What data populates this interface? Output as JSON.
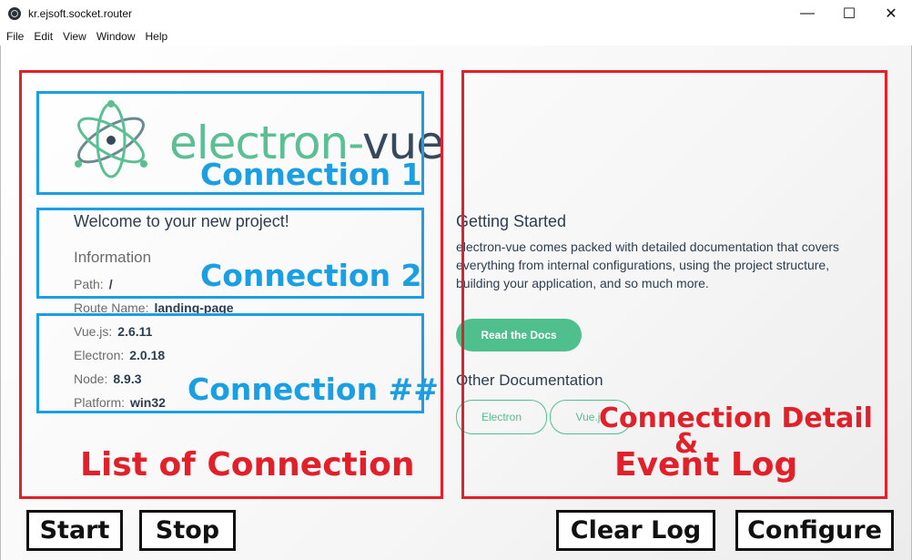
{
  "window": {
    "title": "kr.ejsoft.socket.router",
    "controls": {
      "minimize": "—",
      "maximize": "☐",
      "close": "✕"
    }
  },
  "menu": [
    "File",
    "Edit",
    "View",
    "Window",
    "Help"
  ],
  "left_panel": {
    "logo": {
      "word1": "electron-",
      "word2": "vue"
    },
    "welcome": "Welcome to your new project!",
    "information_title": "Information",
    "rows": [
      {
        "label": "Path:",
        "value": "/"
      },
      {
        "label": "Route Name:",
        "value": "landing-page"
      },
      {
        "label": "Vue.js:",
        "value": "2.6.11"
      },
      {
        "label": "Electron:",
        "value": "2.0.18"
      },
      {
        "label": "Node:",
        "value": "8.9.3"
      },
      {
        "label": "Platform:",
        "value": "win32"
      }
    ]
  },
  "right_panel": {
    "getting_started_title": "Getting Started",
    "getting_started_text": "electron-vue comes packed with detailed documentation that covers everything from internal configurations, using the project structure, building your application, and so much more.",
    "read_docs_button": "Read the Docs",
    "other_docs_title": "Other Documentation",
    "doc_links": [
      "Electron",
      "Vue.js"
    ]
  },
  "annotations": {
    "connection_1": "Connection 1",
    "connection_2": "Connection 2",
    "connection_n": "Connection ##",
    "list_of_connection": "List of Connection",
    "detail_line1": "Connection Detail",
    "detail_line2": "&",
    "detail_line3": "Event Log"
  },
  "buttons": {
    "start": "Start",
    "stop": "Stop",
    "clear_log": "Clear Log",
    "configure": "Configure"
  },
  "colors": {
    "annotation_red": "#e2202a",
    "annotation_blue": "#1aa0e2",
    "accent_green": "#4fc08d",
    "text_dark": "#2c3e50"
  },
  "icons": {
    "app": "electron-app-icon",
    "logo": "electron-atom-logo"
  }
}
